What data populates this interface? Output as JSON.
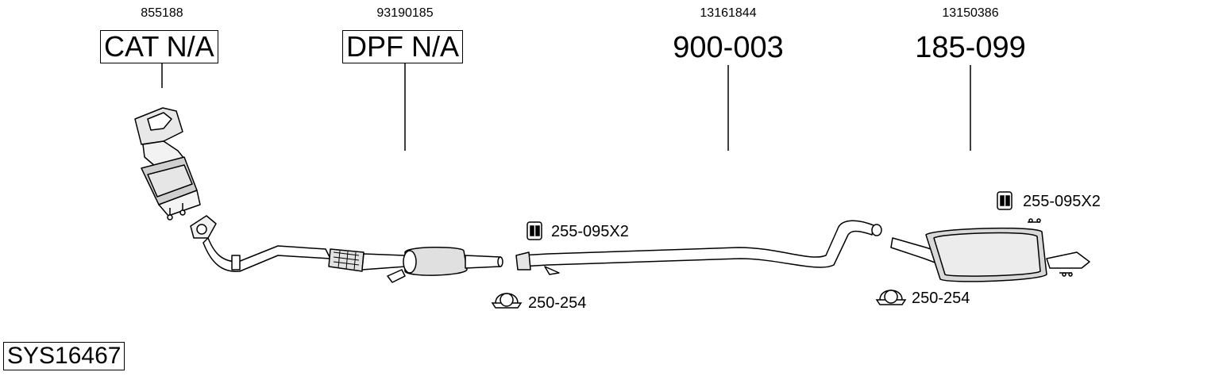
{
  "diagram": {
    "system_code": "SYS16467",
    "components": [
      {
        "ref_number": "855188",
        "part_code": "CAT N/A",
        "boxed": true
      },
      {
        "ref_number": "93190185",
        "part_code": "DPF N/A",
        "boxed": true
      },
      {
        "ref_number": "13161844",
        "part_code": "900-003",
        "boxed": false
      },
      {
        "ref_number": "13150386",
        "part_code": "185-099",
        "boxed": false
      }
    ],
    "fittings": [
      {
        "label": "255-095X2",
        "icon": "rubber-hanger-icon"
      },
      {
        "label": "250-254",
        "icon": "pipe-clamp-icon"
      },
      {
        "label": "255-095X2",
        "icon": "rubber-hanger-icon"
      },
      {
        "label": "250-254",
        "icon": "pipe-clamp-icon"
      }
    ]
  }
}
